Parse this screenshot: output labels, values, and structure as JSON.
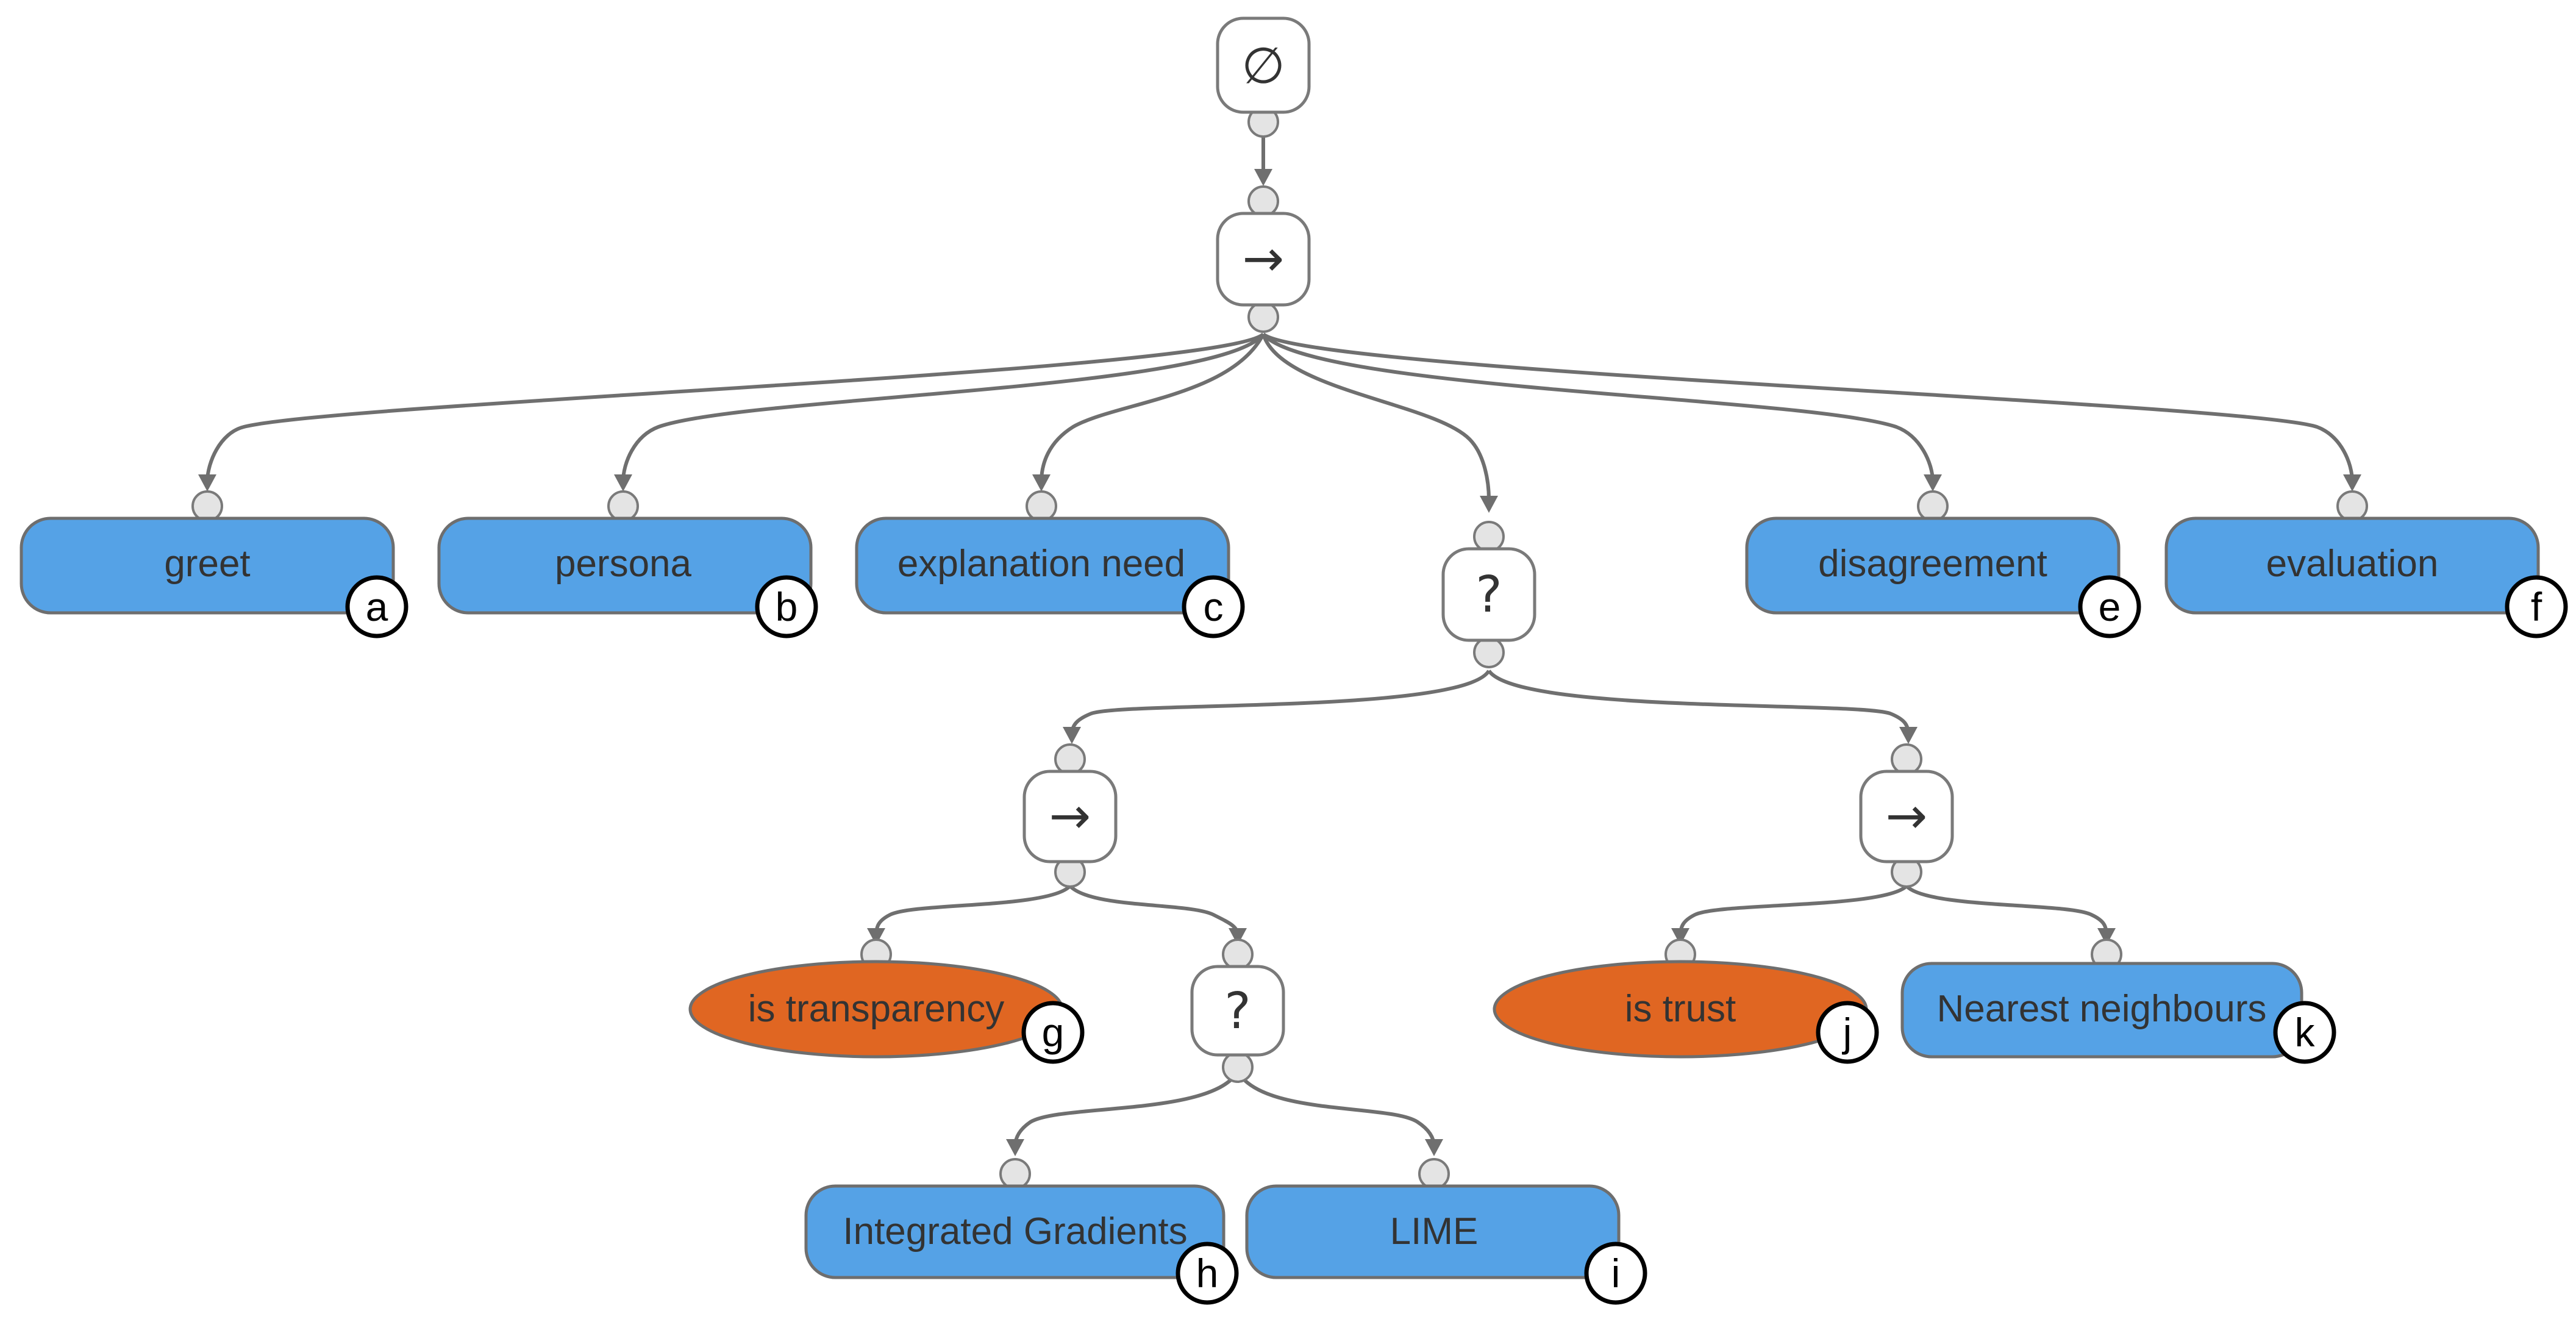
{
  "tree": {
    "root": {
      "symbol": "∅",
      "kind": "root"
    },
    "sequence_top": {
      "symbol": "→",
      "kind": "sequence"
    },
    "actions_top": [
      {
        "label": "greet",
        "badge": "a"
      },
      {
        "label": "persona",
        "badge": "b"
      },
      {
        "label": "explanation need",
        "badge": "c"
      },
      {
        "label": "disagreement",
        "badge": "e"
      },
      {
        "label": "evaluation",
        "badge": "f"
      }
    ],
    "selector_mid": {
      "symbol": "?",
      "kind": "selector"
    },
    "sequence_left": {
      "symbol": "→",
      "kind": "sequence"
    },
    "sequence_right": {
      "symbol": "→",
      "kind": "sequence"
    },
    "condition_left": {
      "label": "is transparency",
      "badge": "g"
    },
    "selector_low": {
      "symbol": "?",
      "kind": "selector"
    },
    "condition_right": {
      "label": "is trust",
      "badge": "j"
    },
    "action_nearest": {
      "label": "Nearest neighbours",
      "badge": "k"
    },
    "action_ig": {
      "label": "Integrated Gradients",
      "badge": "h"
    },
    "action_lime": {
      "label": "LIME",
      "badge": "i"
    }
  },
  "colors": {
    "action_fill": "#55a2e6",
    "condition_fill": "#e06622",
    "control_fill": "#ffffff",
    "edge": "#6f6f6f"
  }
}
